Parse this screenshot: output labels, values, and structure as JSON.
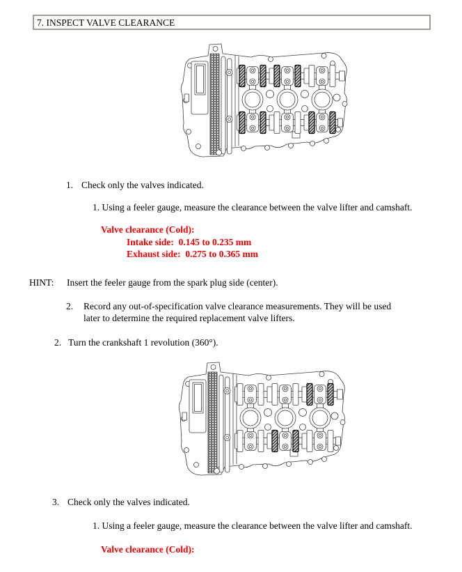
{
  "header": {
    "title": "7. INSPECT VALVE CLEARANCE"
  },
  "content": {
    "step1_num": "1.",
    "step1_text": "Check only the valves indicated.",
    "sub1_text": "1. Using a feeler gauge, measure the clearance between the valve lifter and camshaft.",
    "spec1_title": "Valve clearance (Cold):",
    "spec1_intake": "Intake side:  0.145 to 0.235 mm",
    "spec1_exhaust": "Exhaust side:  0.275 to 0.365 mm",
    "hint_label": "HINT:",
    "hint_text": "Insert the feeler gauge from the spark plug side (center).",
    "sub2_num": "2.",
    "sub2_lines": [
      "Record any out-of-specification valve clearance measurements. They will be used",
      "later to determine the required replacement valve lifters."
    ],
    "step2_num": "2.",
    "step2_text": "Turn the crankshaft 1 revolution (360°).",
    "step3_num": "3.",
    "step3_text": "Check only the valves indicated.",
    "sub3_text": "1. Using a feeler gauge, measure the clearance between the valve lifter and camshaft.",
    "spec2_title": "Valve clearance (Cold):"
  },
  "diagrams": {
    "first": {
      "description": "cylinder-head-top-view-valves-to-check-step-1",
      "highlighted": [
        "top-1",
        "top-2",
        "bottom-1",
        "bottom-3"
      ]
    },
    "second": {
      "description": "cylinder-head-top-view-valves-to-check-step-3",
      "highlighted": [
        "top-3",
        "bottom-2"
      ]
    }
  },
  "colors": {
    "spec_red": "#f20000",
    "header_border": "#a09e90",
    "line_art": "#3d3d3d"
  }
}
